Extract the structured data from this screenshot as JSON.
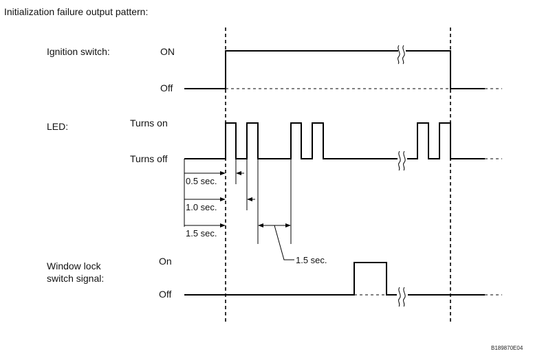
{
  "title": "Initialization failure output pattern:",
  "signals": {
    "ignition": {
      "name": "Ignition switch:",
      "high": "ON",
      "low": "Off"
    },
    "led": {
      "name": "LED:",
      "high": "Turns on",
      "low": "Turns off"
    },
    "window_lock": {
      "name_line1": "Window lock",
      "name_line2": "switch signal:",
      "high": "On",
      "low": "Off"
    }
  },
  "timings": {
    "t1": "0.5 sec.",
    "t2": "1.0 sec.",
    "t3": "1.5 sec.",
    "t4": "1.5 sec."
  },
  "figure_id": "B189870E04"
}
